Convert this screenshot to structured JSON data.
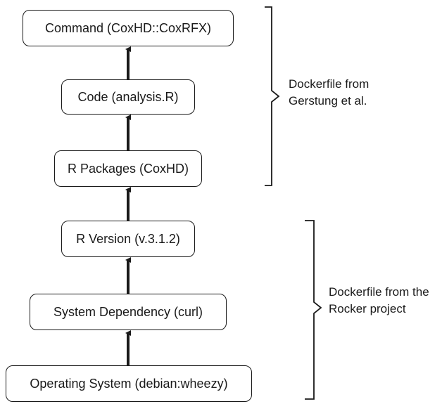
{
  "layers": [
    {
      "id": "command",
      "label": "Command (CoxHD::CoxRFX)"
    },
    {
      "id": "code",
      "label": "Code (analysis.R)"
    },
    {
      "id": "packages",
      "label": "R Packages (CoxHD)"
    },
    {
      "id": "rversion",
      "label": "R Version (v.3.1.2)"
    },
    {
      "id": "sysdep",
      "label": "System Dependency (curl)"
    },
    {
      "id": "os",
      "label": "Operating System (debian:wheezy)"
    }
  ],
  "groups": [
    {
      "id": "gerstung",
      "lines": [
        "Dockerfile from",
        "Gerstung et al."
      ]
    },
    {
      "id": "rocker",
      "lines": [
        "Dockerfile from the",
        "Rocker project"
      ]
    }
  ],
  "colors": {
    "stroke": "#1a1a1a",
    "background": "#ffffff"
  }
}
